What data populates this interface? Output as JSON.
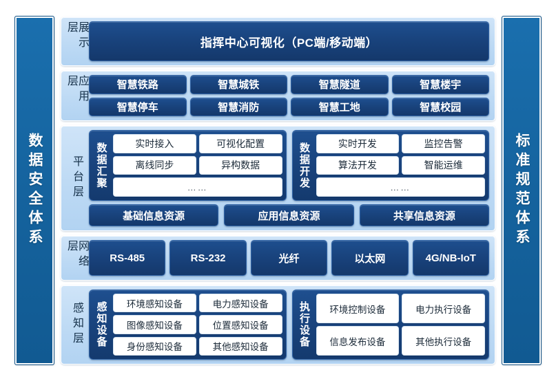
{
  "left_pillar": {
    "label": "数据安全体系"
  },
  "right_pillar": {
    "label": "标准规范体系"
  },
  "layers": {
    "presentation": {
      "label": "展示层",
      "banner": "指挥中心可视化（PC端/移动端）"
    },
    "application": {
      "label": "应用层",
      "items": [
        "智慧铁路",
        "智慧城铁",
        "智慧隧道",
        "智慧楼宇",
        "智慧停车",
        "智慧消防",
        "智慧工地",
        "智慧校园"
      ]
    },
    "platform": {
      "label": "平台层",
      "groups": [
        {
          "title": "数据汇聚",
          "cells": [
            "实时接入",
            "可视化配置",
            "离线同步",
            "异构数据"
          ],
          "more": "……"
        },
        {
          "title": "数据开发",
          "cells": [
            "实时开发",
            "监控告警",
            "算法开发",
            "智能运维"
          ],
          "more": "……"
        }
      ],
      "resources": [
        "基础信息资源",
        "应用信息资源",
        "共享信息资源"
      ]
    },
    "network": {
      "label": "网络层",
      "items": [
        "RS-485",
        "RS-232",
        "光纤",
        "以太网",
        "4G/NB-IoT"
      ]
    },
    "sensing": {
      "label": "感知层",
      "groups": [
        {
          "title": "感知设备",
          "cells": [
            "环境感知设备",
            "电力感知设备",
            "图像感知设备",
            "位置感知设备",
            "身份感知设备",
            "其他感知设备"
          ]
        },
        {
          "title": "执行设备",
          "cells": [
            "环境控制设备",
            "电力执行设备",
            "信息发布设备",
            "其他执行设备"
          ]
        }
      ]
    }
  },
  "colors": {
    "pillar_blue": "#15639e",
    "layer_bg": "#bcd9f4",
    "chip_navy": "#19437d",
    "cell_white": "#ffffff",
    "page_bg": "#ffffff"
  }
}
